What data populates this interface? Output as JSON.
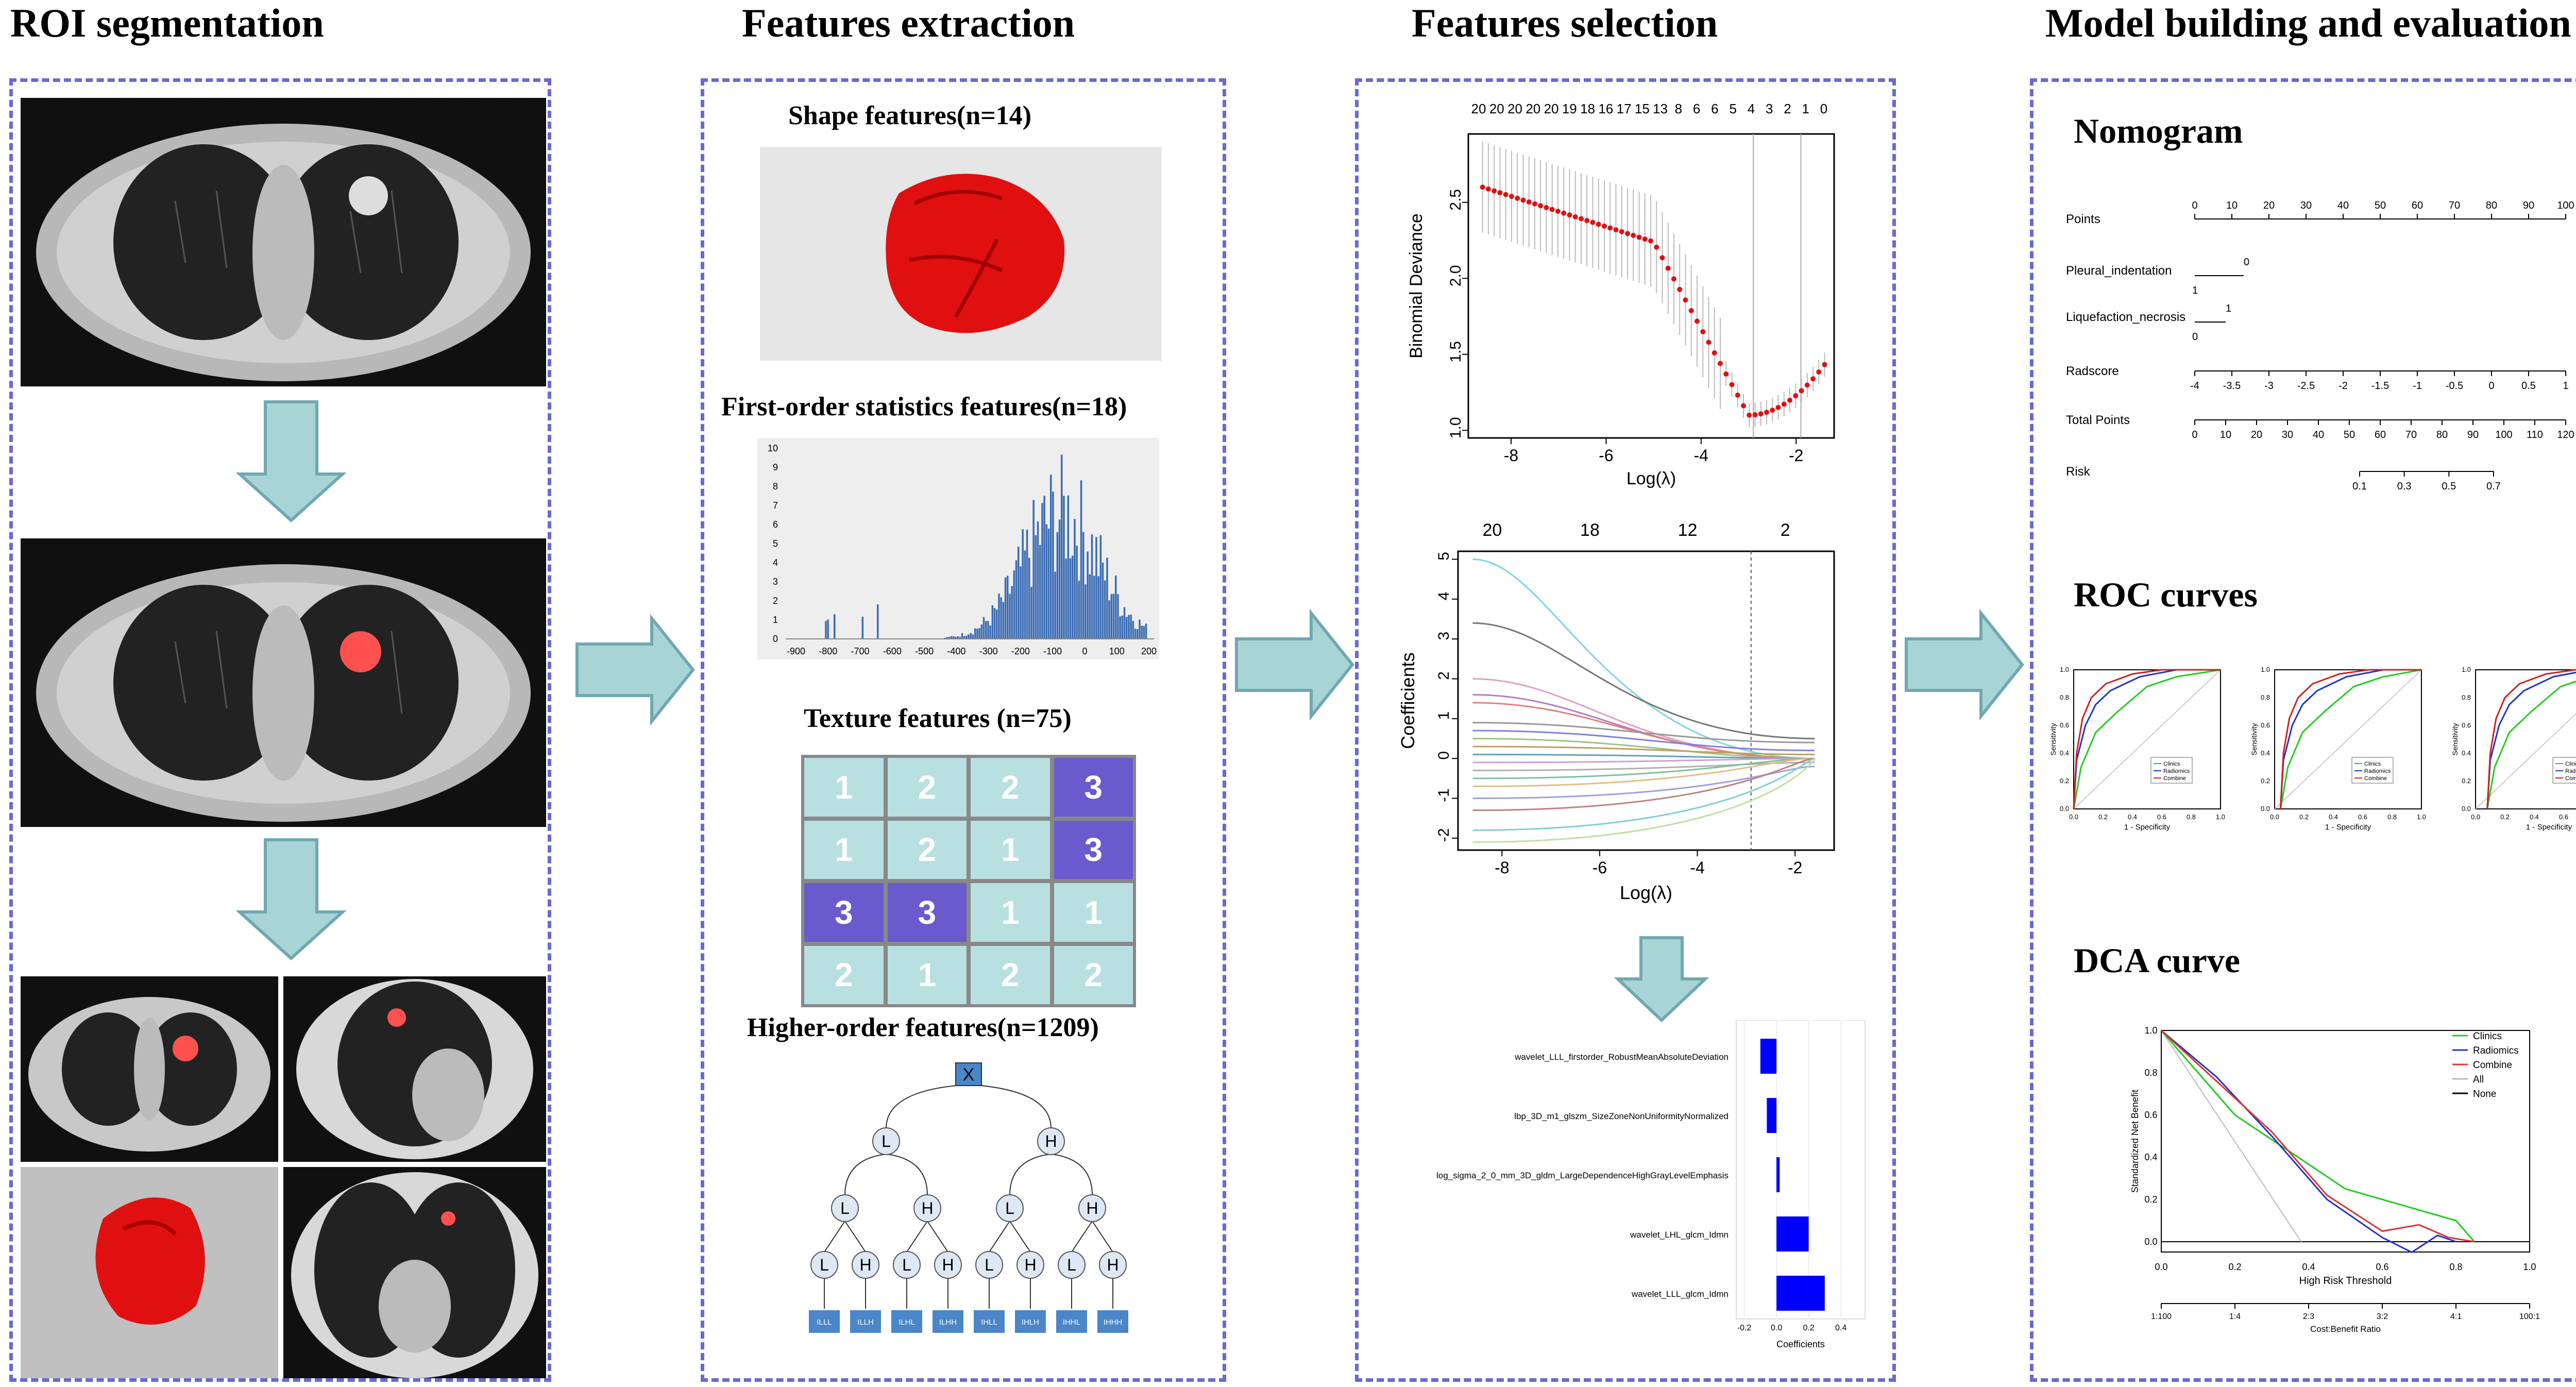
{
  "sections": [
    {
      "title": "ROI segmentation"
    },
    {
      "title": "Features  extraction"
    },
    {
      "title": "Features selection"
    },
    {
      "title": "Model building  and evaluation"
    }
  ],
  "extraction": {
    "shape_title": "Shape features(n=14)",
    "first_order_title": "First-order statistics features(n=18)",
    "texture_title": "Texture features (n=75)",
    "higher_title": "Higher-order  features(n=1209)",
    "texture_grid": [
      [
        "1",
        "2",
        "2",
        "3"
      ],
      [
        "1",
        "2",
        "1",
        "3"
      ],
      [
        "3",
        "3",
        "1",
        "1"
      ],
      [
        "2",
        "1",
        "2",
        "2"
      ]
    ],
    "histogram_y_ticks": [
      "0",
      "1",
      "2",
      "3",
      "4",
      "5",
      "6",
      "7",
      "8",
      "9",
      "10"
    ],
    "histogram_x_ticks": [
      "-900",
      "-800",
      "-700",
      "-600",
      "-500",
      "-400",
      "-300",
      "-200",
      "-100",
      "0",
      "100",
      "200"
    ],
    "tree": {
      "root": "X",
      "level1": [
        "L",
        "H"
      ],
      "level2": [
        "L",
        "H",
        "L",
        "H"
      ],
      "level3": [
        "L",
        "H",
        "L",
        "H",
        "L",
        "H",
        "L",
        "H"
      ],
      "leaves": [
        "ILLL",
        "ILLH",
        "ILHL",
        "ILHH",
        "IHLL",
        "IHLH",
        "IHHL",
        "IHHH"
      ]
    }
  },
  "selection": {
    "deviance_top_ticks": [
      "20",
      "20",
      "20",
      "20",
      "20",
      "19",
      "18",
      "16",
      "17",
      "15",
      "13",
      "8",
      "6",
      "6",
      "5",
      "4",
      "3",
      "2",
      "1",
      "0"
    ],
    "deviance_ylabel": "Binomial Deviance",
    "deviance_y_ticks": [
      "1.0",
      "1.5",
      "2.0",
      "2.5"
    ],
    "deviance_x_ticks": [
      "-8",
      "-6",
      "-4",
      "-2"
    ],
    "deviance_xlabel": "Log(λ)",
    "coef_top_ticks": [
      "20",
      "18",
      "12",
      "2"
    ],
    "coef_ylabel": "Coefficients",
    "coef_y_ticks": [
      "-2",
      "-1",
      "0",
      "1",
      "2",
      "3",
      "4",
      "5"
    ],
    "coef_x_ticks": [
      "-8",
      "-6",
      "-4",
      "-2"
    ],
    "coef_xlabel": "Log(λ)",
    "bar_features": [
      "wavelet_LLL_firstorder_RobustMeanAbsoluteDeviation",
      "lbp_3D_m1_glszm_SizeZoneNonUniformityNormalized",
      "log_sigma_2_0_mm_3D_gldm_LargeDependenceHighGrayLevelEmphasis",
      "wavelet_LHL_glcm_Idmn",
      "wavelet_LLL_glcm_Idmn"
    ],
    "bar_values": [
      -0.1,
      -0.06,
      0.02,
      0.2,
      0.3
    ],
    "bar_x_ticks": [
      "-0.2",
      "0.0",
      "0.2",
      "0.4"
    ],
    "bar_xlabel": "Coefficients"
  },
  "model": {
    "nomogram_title": "Nomogram",
    "roc_title": "ROC curves",
    "dca_title": "DCA curve",
    "nomogram_rows": [
      "Points",
      "Pleural_indentation",
      "Liquefaction_necrosis",
      "Radscore",
      "Total Points",
      "Risk"
    ],
    "points_ticks": [
      "0",
      "10",
      "20",
      "30",
      "40",
      "50",
      "60",
      "70",
      "80",
      "90",
      "100"
    ],
    "pleural_labels": [
      "0",
      "1"
    ],
    "liquefaction_labels": [
      "1",
      "0"
    ],
    "radscore_ticks": [
      "-4",
      "-3.5",
      "-3",
      "-2.5",
      "-2",
      "-1.5",
      "-1",
      "-0.5",
      "0",
      "0.5",
      "1"
    ],
    "total_points_ticks": [
      "0",
      "10",
      "20",
      "30",
      "40",
      "50",
      "60",
      "70",
      "80",
      "90",
      "100",
      "110",
      "120"
    ],
    "risk_ticks": [
      "0.1",
      "0.3",
      "0.5",
      "0.7"
    ],
    "roc_xlabel": "1 - Specificity",
    "roc_ylabel": "Sensitivity",
    "roc_ticks": [
      "0.0",
      "0.2",
      "0.4",
      "0.6",
      "0.8",
      "1.0"
    ],
    "roc_legend": [
      "Clinics",
      "Radiomics",
      "Combine"
    ],
    "dca_legend": [
      "Clinics",
      "Radiomics",
      "Combine",
      "All",
      "None"
    ],
    "dca_ylabel": "Standardized Net Benefit",
    "dca_xlabel": "High Risk Threshold",
    "dca_x_ticks": [
      "0.0",
      "0.2",
      "0.4",
      "0.6",
      "0.8",
      "1.0"
    ],
    "dca_y_ticks": [
      "0.0",
      "0.2",
      "0.4",
      "0.6",
      "0.8",
      "1.0"
    ],
    "dca_cb_ticks": [
      "1:100",
      "1:4",
      "2:3",
      "3:2",
      "4:1",
      "100:1"
    ],
    "dca_cb_label": "Cost:Benefit Ratio"
  },
  "colors": {
    "panel_border": "#6a6acd",
    "arrow_fill": "#a9d4d6",
    "arrow_stroke": "#6fa8b0",
    "tumor_red": "#e01010",
    "bar_blue": "#0000ff",
    "texture_light": "#b8e0e0",
    "texture_dark": "#6a5acd"
  }
}
